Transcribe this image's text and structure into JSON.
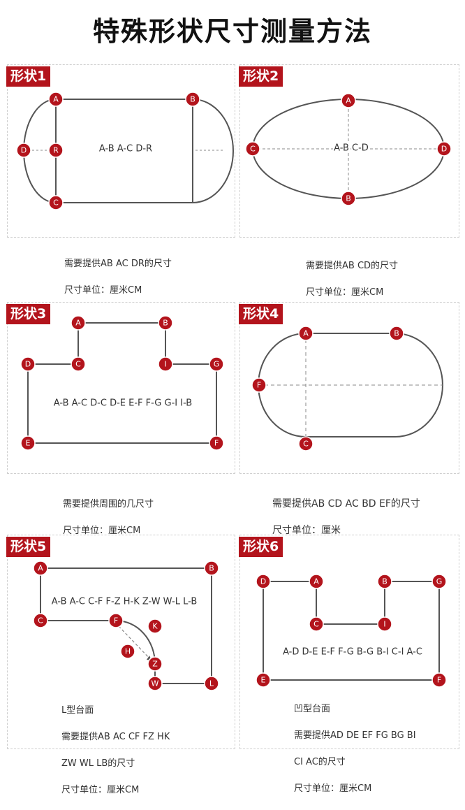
{
  "page": {
    "title": "特殊形状尺寸测量方法"
  },
  "shapes": [
    {
      "badge": "形状1",
      "inner": "A-B  A-C  D-R",
      "points": [
        "A",
        "B",
        "D",
        "R",
        "C"
      ],
      "lines": [
        "需要提供AB AC DR的尺寸",
        "尺寸单位：厘米CM"
      ]
    },
    {
      "badge": "形状2",
      "inner": "A-B  C-D",
      "points": [
        "A",
        "C",
        "D",
        "B"
      ],
      "lines": [
        "需要提供AB CD的尺寸",
        "尺寸单位：厘米CM"
      ]
    },
    {
      "badge": "形状3",
      "inner": "A-B A-C D-C D-E E-F F-G G-I I-B",
      "points": [
        "A",
        "B",
        "D",
        "C",
        "I",
        "G",
        "E",
        "F"
      ],
      "lines": [
        "需要提供周围的几尺寸",
        "尺寸单位：厘米CM"
      ]
    },
    {
      "badge": "形状4",
      "inner": "",
      "points": [
        "A",
        "B",
        "F",
        "C"
      ],
      "lines": [
        "需要提供AB CD AC BD EF的尺寸",
        "尺寸单位：厘米"
      ]
    },
    {
      "badge": "形状5",
      "inner": "A-B A-C C-F F-Z H-K Z-W W-L L-B",
      "points": [
        "A",
        "B",
        "C",
        "F",
        "K",
        "H",
        "Z",
        "W",
        "L"
      ],
      "lines": [
        "L型台面",
        "需要提供AB  AC  CF  FZ  HK",
        "ZW  WL  LB的尺寸",
        "尺寸单位：厘米CM"
      ]
    },
    {
      "badge": "形状6",
      "inner": "A-D D-E E-F F-G B-G B-I C-I A-C",
      "points": [
        "D",
        "A",
        "B",
        "G",
        "C",
        "I",
        "E",
        "F"
      ],
      "lines": [
        "凹型台面",
        "需要提供AD DE EF FG BG BI",
        "CI AC的尺寸",
        "尺寸单位：厘米CM"
      ]
    }
  ],
  "colors": {
    "accent": "#b3141c",
    "line": "#555555",
    "dash": "#888888"
  }
}
